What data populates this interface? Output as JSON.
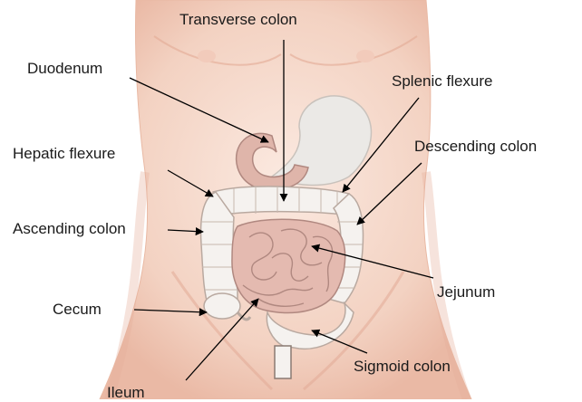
{
  "labels": {
    "transverse_colon": "Transverse colon",
    "duodenum": "Duodenum",
    "splenic_flexure": "Splenic flexure",
    "hepatic_flexure": "Hepatic flexure",
    "descending_colon": "Descending colon",
    "ascending_colon": "Ascending colon",
    "jejunum": "Jejunum",
    "cecum": "Cecum",
    "sigmoid_colon": "Sigmoid colon",
    "ileum": "Ileum"
  },
  "colors": {
    "skin": "#f6dccf",
    "skin_shadow": "#eec0ad",
    "colon": "#f5f2ef",
    "colon_outline": "#b9a9a0",
    "small_intestine": "#e4bab0",
    "small_intestine_outline": "#b08880",
    "stomach": "#ebe9e6",
    "leader_line": "#000000"
  }
}
